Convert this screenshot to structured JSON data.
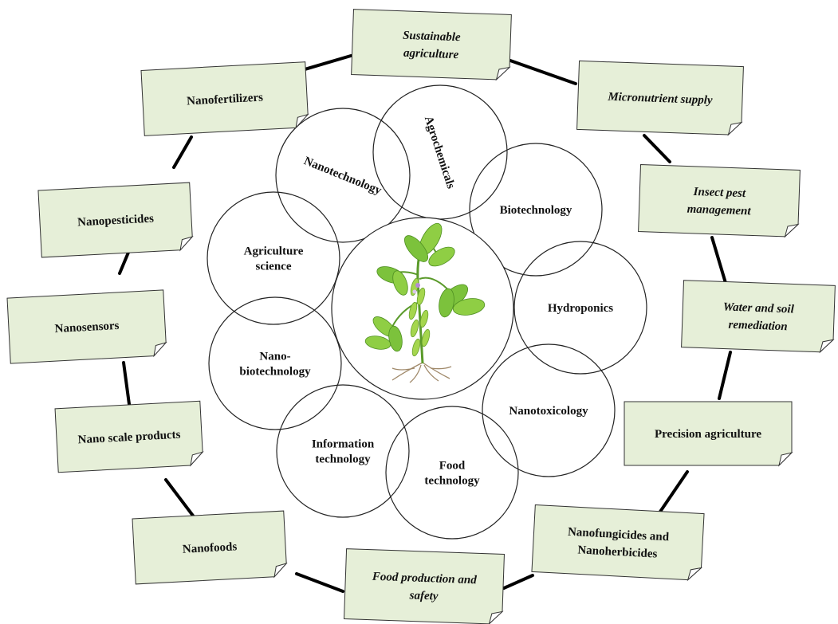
{
  "colors": {
    "note_fill": "#e6efd8",
    "stroke": "#000000",
    "leaf": "#7cc23c"
  },
  "outer_notes": [
    {
      "id": "sustainable",
      "lines": [
        "Sustainable",
        "agriculture"
      ],
      "italic": true
    },
    {
      "id": "micronutrient",
      "lines": [
        "Micronutrient  supply"
      ],
      "italic": true
    },
    {
      "id": "insect",
      "lines": [
        "Insect pest",
        "management"
      ],
      "italic": true
    },
    {
      "id": "water",
      "lines": [
        "Water and soil",
        "remediation"
      ],
      "italic": true
    },
    {
      "id": "precision",
      "lines": [
        "Precision agriculture"
      ],
      "italic": false
    },
    {
      "id": "fungicides",
      "lines": [
        "Nanofungicides and",
        "Nanoherbicides"
      ],
      "italic": false
    },
    {
      "id": "foodprod",
      "lines": [
        "Food production  and",
        "safety"
      ],
      "italic": true
    },
    {
      "id": "nanofoods",
      "lines": [
        "Nanofoods"
      ],
      "italic": false
    },
    {
      "id": "nanoscale",
      "lines": [
        "Nano scale products"
      ],
      "italic": false
    },
    {
      "id": "nanosensors",
      "lines": [
        "Nanosensors"
      ],
      "italic": false
    },
    {
      "id": "nanopesticides",
      "lines": [
        "Nanopesticides"
      ],
      "italic": false
    },
    {
      "id": "nanofertilizers",
      "lines": [
        "Nanofertilizers"
      ],
      "italic": false
    }
  ],
  "inner_circles": [
    {
      "id": "nanotechnology",
      "lines": [
        "Nanotechnology"
      ]
    },
    {
      "id": "agrochemicals",
      "lines": [
        "Agrochemicals"
      ]
    },
    {
      "id": "biotechnology",
      "lines": [
        "Biotechnology"
      ]
    },
    {
      "id": "hydroponics",
      "lines": [
        "Hydroponics"
      ]
    },
    {
      "id": "nanotoxicology",
      "lines": [
        "Nanotoxicology"
      ]
    },
    {
      "id": "foodtech",
      "lines": [
        "Food",
        "technology"
      ]
    },
    {
      "id": "infotech",
      "lines": [
        "Information",
        "technology"
      ]
    },
    {
      "id": "nanobiotech",
      "lines": [
        "Nano-",
        "biotechnology"
      ]
    },
    {
      "id": "agriscience",
      "lines": [
        "Agriculture",
        "science"
      ]
    }
  ],
  "center": {
    "icon": "soybean-plant-icon"
  }
}
